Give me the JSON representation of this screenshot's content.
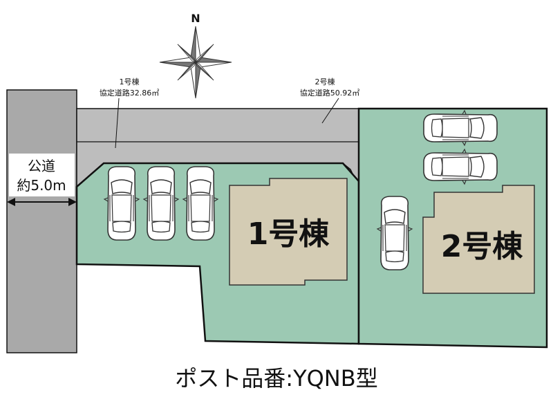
{
  "compass": {
    "label": "N",
    "icon": "compass-rose-icon"
  },
  "road": {
    "line1": "公道",
    "line2": "約5.0m"
  },
  "driveways": [
    {
      "line1": "1号棟",
      "line2": "協定道路32.86㎡"
    },
    {
      "line1": "2号棟",
      "line2": "協定道路50.92㎡"
    }
  ],
  "lots": [
    {
      "label": "1号棟"
    },
    {
      "label": "2号棟"
    }
  ],
  "caption": "ポスト品番:YQNB型",
  "colors": {
    "lot_fill": "#9cc9b3",
    "building_fill": "#d4ccb4",
    "road_fill": "#a9a9a9",
    "driveway_fill": "#bdbdbd",
    "outline": "#111111"
  }
}
